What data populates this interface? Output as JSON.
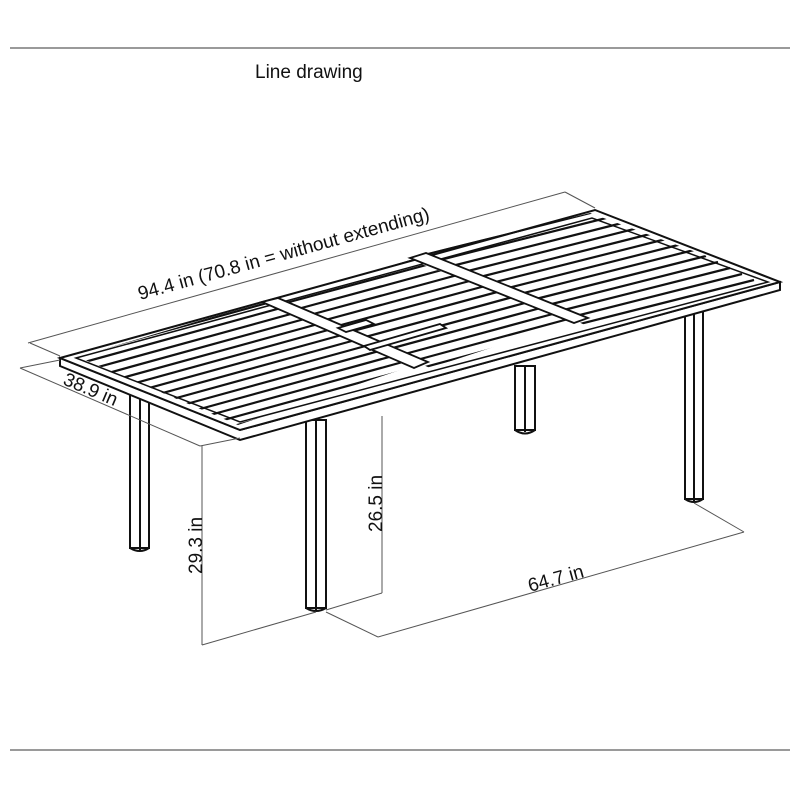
{
  "header": {
    "title": "Line drawing"
  },
  "drawing": {
    "subject": "extendable rectangular slatted dining table",
    "dimensions": {
      "length": "94.4 in (70.8 in = without extending)",
      "width": "38.9 in",
      "height_total": "29.3 in",
      "height_under_apron": "26.5 in",
      "leg_span": "64.7 in"
    }
  },
  "colors": {
    "line": "#111111",
    "dimension_line": "#555555",
    "rule": "#9a9a9a",
    "background": "#ffffff"
  }
}
